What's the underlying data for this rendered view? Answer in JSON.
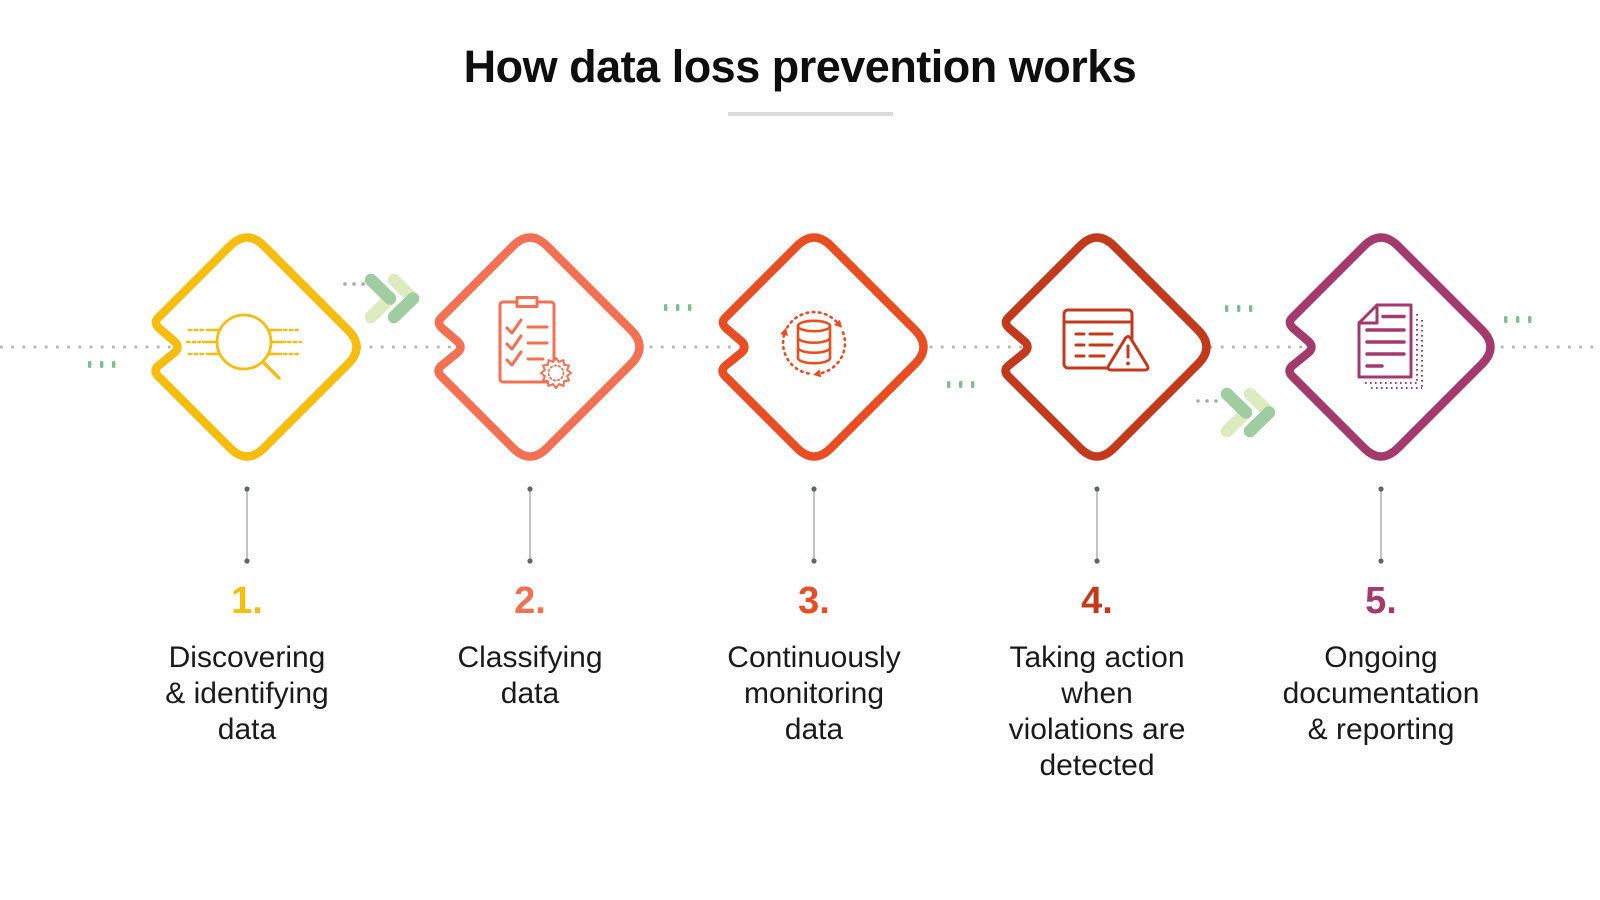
{
  "title": "How data loss prevention works",
  "steps": [
    {
      "number": "1.",
      "label": "Discovering\n& identifying\ndata",
      "color": "#F6BD0F",
      "icon": "search-scan-icon"
    },
    {
      "number": "2.",
      "label": "Classifying\ndata",
      "color": "#F37052",
      "icon": "clipboard-checklist-icon"
    },
    {
      "number": "3.",
      "label": "Continuously\nmonitoring\ndata",
      "color": "#E94E23",
      "icon": "database-sync-icon"
    },
    {
      "number": "4.",
      "label": "Taking action\nwhen\nviolations are\ndetected",
      "color": "#C23A1B",
      "icon": "window-alert-icon"
    },
    {
      "number": "5.",
      "label": "Ongoing\ndocumentation\n& reporting",
      "color": "#A43A6C",
      "icon": "document-report-icon"
    }
  ],
  "palette": {
    "chevron_medium": "#9FCDA1",
    "chevron_light": "#DEEBC1",
    "flow_dotted_line": "#B6B6B6",
    "green_dash": "#7FBE8C",
    "gray_dot": "#A9A9A9",
    "connector_line": "#B3B3B3",
    "connector_dot": "#5C6868",
    "underline": "#DBDBDB",
    "title_text": "#0E0E0E",
    "label_text": "#1A1A1A",
    "background": "#FFFFFF"
  }
}
